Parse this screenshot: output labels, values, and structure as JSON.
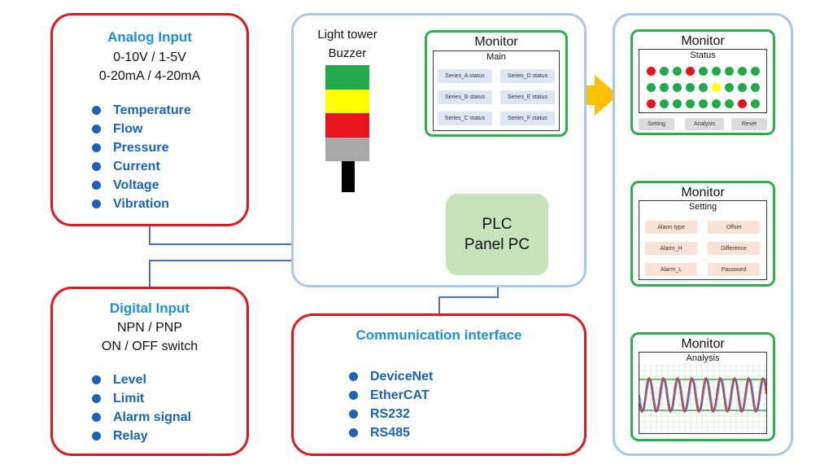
{
  "analog_input": {
    "title": "Analog Input",
    "lines": [
      "0-10V / 1-5V",
      "0-20mA / 4-20mA"
    ],
    "items": [
      "Temperature",
      "Flow",
      "Pressure",
      "Current",
      "Voltage",
      "Vibration"
    ]
  },
  "digital_input": {
    "title": "Digital Input",
    "lines": [
      "NPN / PNP",
      "ON / OFF switch"
    ],
    "items": [
      "Level",
      "Limit",
      "Alarm signal",
      "Relay"
    ]
  },
  "communication": {
    "title": "Communication interface",
    "items": [
      "DeviceNet",
      "EtherCAT",
      "RS232",
      "RS485"
    ]
  },
  "light_tower": {
    "label_line1": "Light tower",
    "label_line2": "Buzzer",
    "colors": [
      "#22a94a",
      "#ffff00",
      "#e8141b",
      "#a8a8a8",
      "#000000"
    ]
  },
  "plc": {
    "line1": "PLC",
    "line2": "Panel PC",
    "fill": "#c8e3bc"
  },
  "monitor_main": {
    "title": "Monitor",
    "screen_title": "Main",
    "buttons": [
      "Series_A status",
      "Series_D status",
      "Series_B status",
      "Series_E status",
      "Series_C status",
      "Series_F status"
    ]
  },
  "monitor_status": {
    "title": "Monitor",
    "screen_title": "Status",
    "lamps": [
      [
        "red",
        "green",
        "green",
        "red",
        "green",
        "green",
        "green",
        "green",
        "green"
      ],
      [
        "green",
        "green",
        "green",
        "green",
        "green",
        "yellow",
        "green",
        "green",
        "green"
      ],
      [
        "red",
        "green",
        "green",
        "green",
        "green",
        "green",
        "green",
        "red",
        "green"
      ]
    ],
    "buttons": [
      "Setting",
      "Analysis",
      "Reset"
    ]
  },
  "monitor_setting": {
    "title": "Monitor",
    "screen_title": "Setting",
    "fields": [
      "Alarm type",
      "Offset",
      "Alarm_H",
      "Difference",
      "Alarm_L",
      "Password"
    ]
  },
  "monitor_analysis": {
    "title": "Monitor",
    "screen_title": "Analysis"
  },
  "colors": {
    "accent_red": "#e0161b",
    "accent_blue_title": "#1b8fd9",
    "bullet_blue": "#1a63b8",
    "panel_blue": "#a8c8e6",
    "monitor_green": "#2fae4e",
    "arrow_gold": "#ffc000",
    "wire_blue": "#4472c4",
    "lamp_green": "#22a94a",
    "lamp_red": "#e8141b",
    "lamp_yellow": "#ffff00"
  }
}
